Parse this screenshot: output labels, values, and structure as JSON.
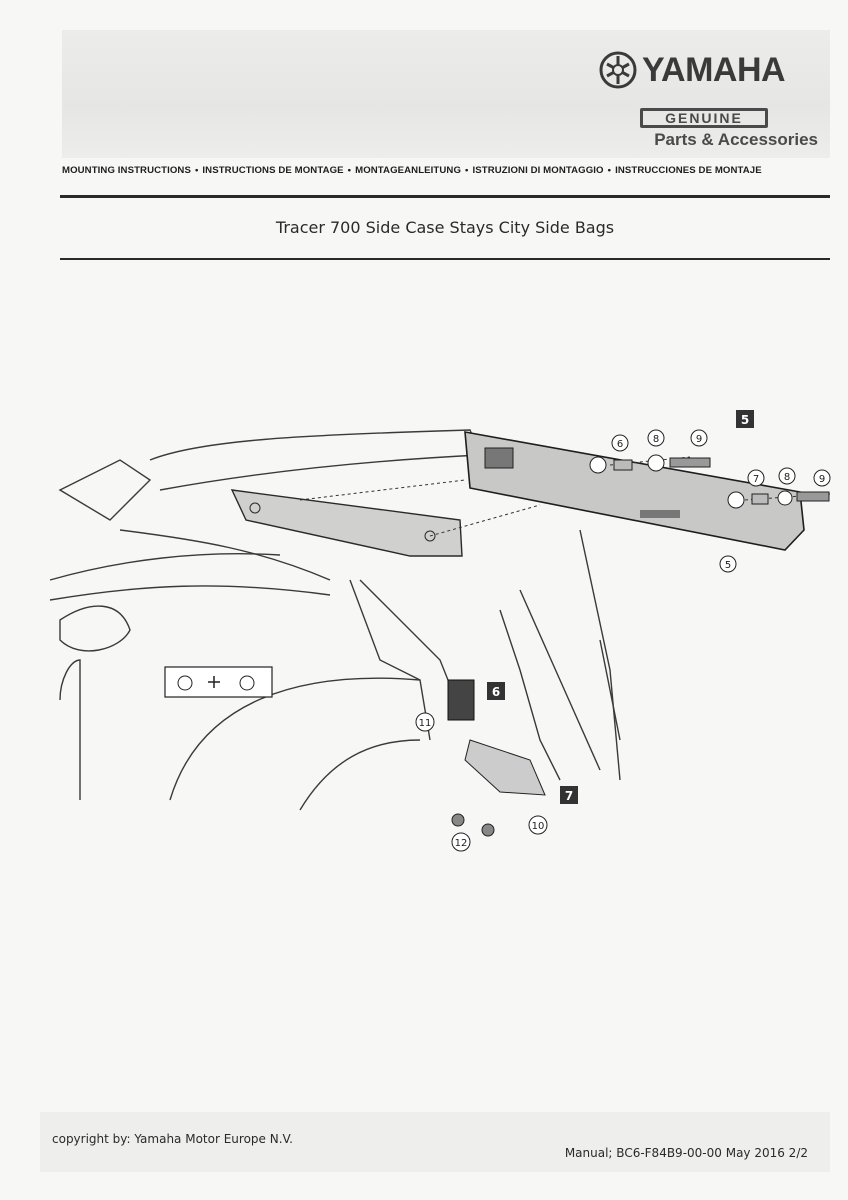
{
  "header": {
    "brand": "YAMAHA",
    "genuine": "GENUINE",
    "parts": "Parts & Accessories",
    "instructions": [
      "MOUNTING INSTRUCTIONS",
      "INSTRUCTIONS DE MONTAGE",
      "MONTAGEANLEITUNG",
      "ISTRUZIONI DI MONTAGGIO",
      "INSTRUCCIONES DE MONTAJE"
    ],
    "separator": "•"
  },
  "title": "Tracer 700 Side Case Stays City Side Bags",
  "diagram": {
    "step_boxes": [
      "5",
      "6",
      "7"
    ],
    "part_callouts": [
      "6",
      "8",
      "9",
      "7",
      "8",
      "9",
      "5",
      "11",
      "10",
      "12"
    ]
  },
  "footer": {
    "copyright": "copyright by: Yamaha Motor Europe N.V.",
    "manual": "Manual; BC6-F84B9-00-00 May 2016 2/2"
  }
}
